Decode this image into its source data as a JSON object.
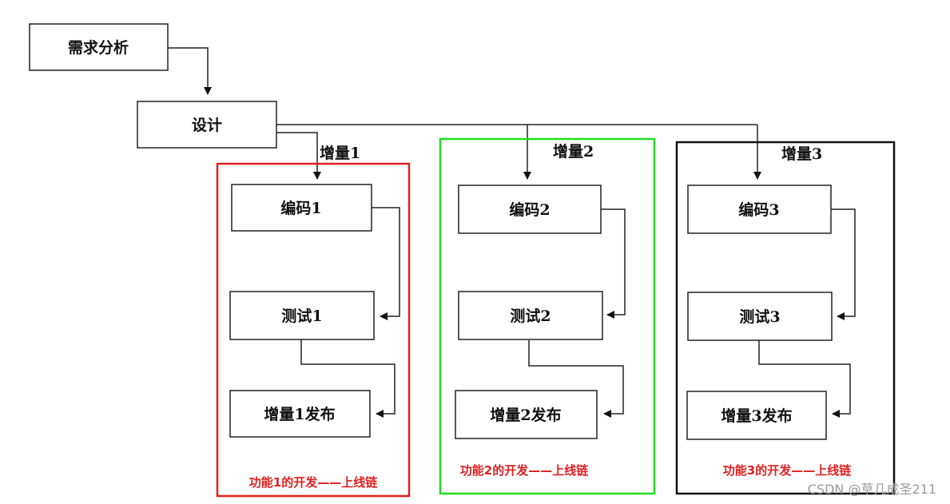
{
  "boxes": {
    "requirements": "需求分析",
    "design": "设计",
    "code1": "编码1",
    "test1": "测试1",
    "release1": "增量1发布",
    "code2": "编码2",
    "test2": "测试2",
    "release2": "增量2发布",
    "code3": "编码3",
    "test3": "测试3",
    "release3": "增量3发布"
  },
  "increments": {
    "inc1": "增量1",
    "inc2": "增量2",
    "inc3": "增量3"
  },
  "captions": {
    "inc1": "功能1的开发——上线链",
    "inc2": "功能2的开发——上线链",
    "inc3": "功能3的开发——上线链"
  },
  "colors": {
    "frame1": "#e02020",
    "frame2": "#22dd22",
    "frame3": "#111111",
    "caption1": "#e02020",
    "caption2": "#e02020",
    "caption3": "#e02020"
  },
  "watermark": "CSDN @草几成圣211"
}
